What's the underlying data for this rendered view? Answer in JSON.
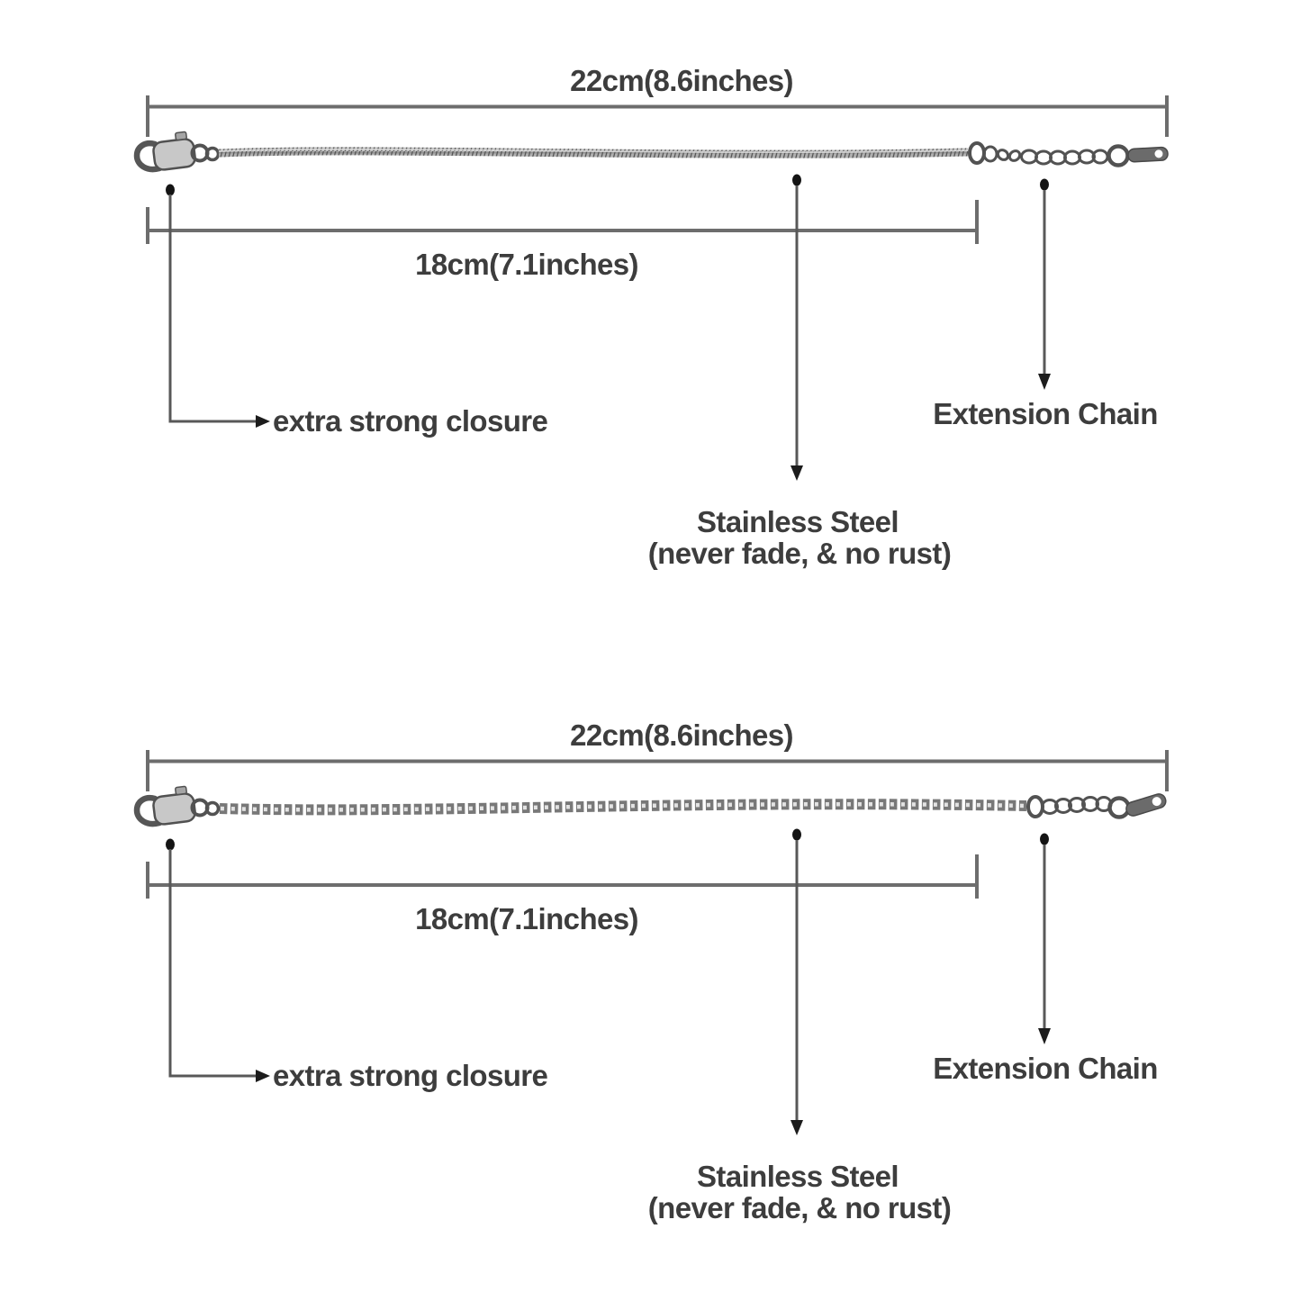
{
  "diagram": {
    "background_color": "#ffffff",
    "text_color": "#3d3d3d",
    "dimension_line_color": "#6d6d6d",
    "annotation_line_color": "#585858",
    "chain_metal_color": "#8f8f8f"
  },
  "sections": [
    {
      "chain_type": "snake-chain",
      "total_length": "22cm(8.6inches)",
      "adjustable_length": "18cm(7.1inches)",
      "closure_note": "extra strong closure",
      "extension_note": "Extension Chain",
      "material_note_line1": "Stainless Steel",
      "material_note_line2": "(never fade, & no rust)"
    },
    {
      "chain_type": "box-chain",
      "total_length": "22cm(8.6inches)",
      "adjustable_length": "18cm(7.1inches)",
      "closure_note": "extra strong closure",
      "extension_note": "Extension Chain",
      "material_note_line1": "Stainless Steel",
      "material_note_line2": "(never fade, & no rust)"
    }
  ]
}
